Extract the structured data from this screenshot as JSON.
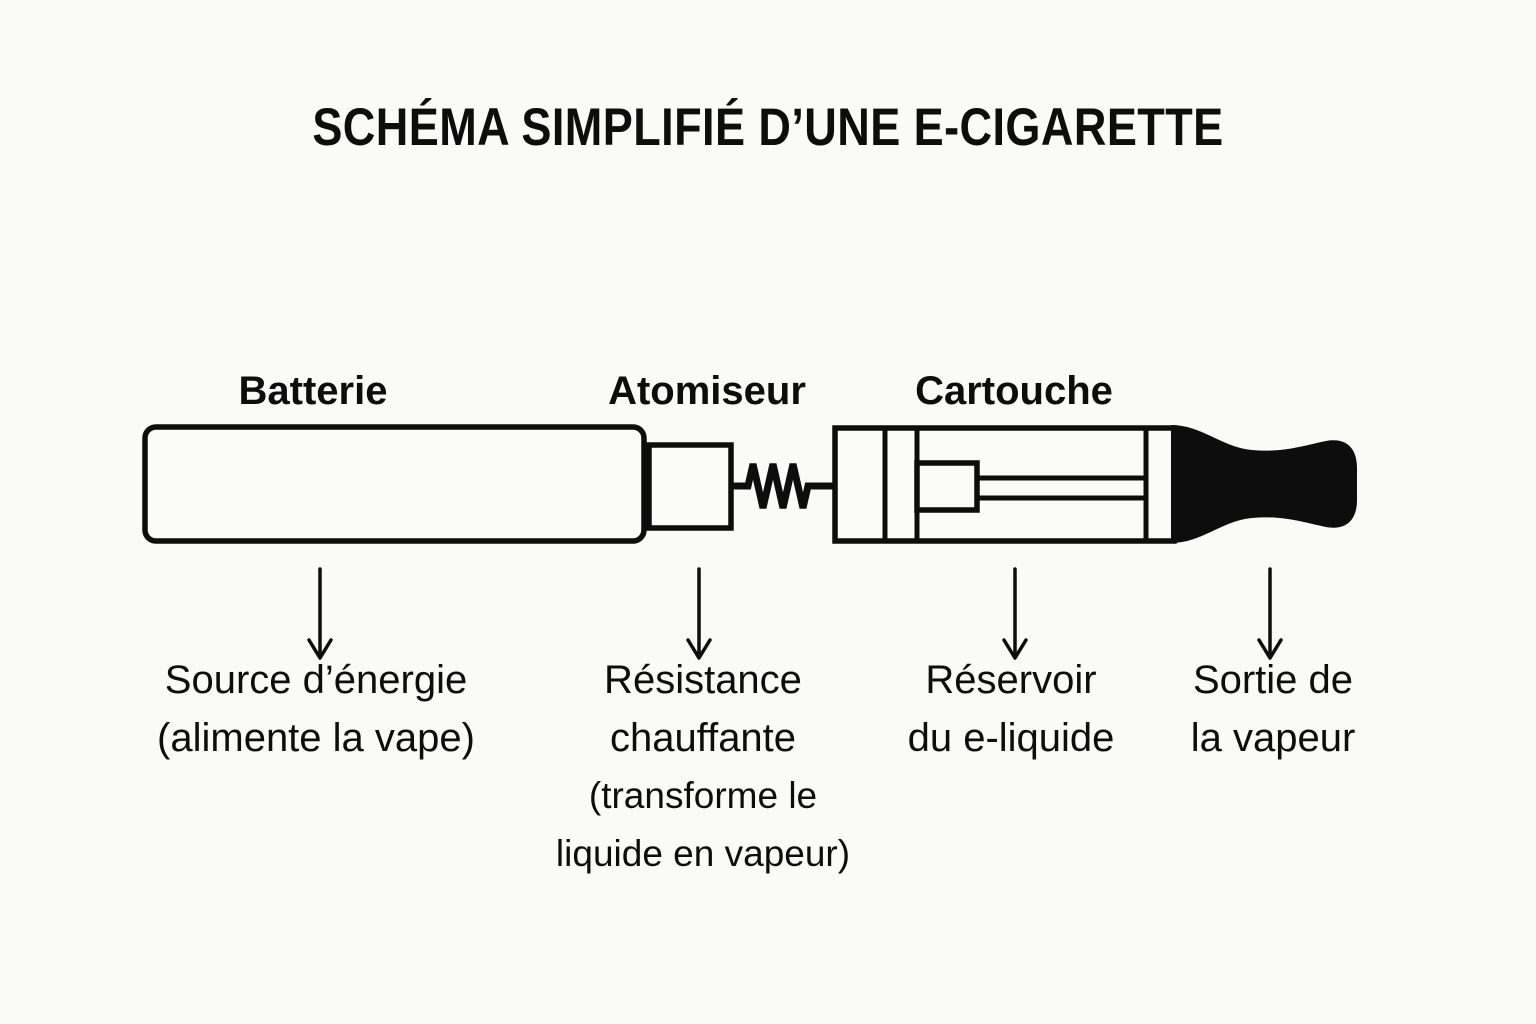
{
  "title": "SCHÉMA SIMPLIFIÉ D’UNE E-CIGARETTE",
  "colors": {
    "ink": "#0d0d0d",
    "background": "#fafaf9"
  },
  "part_labels": [
    {
      "text": "Batterie"
    },
    {
      "text": "Atomiseur"
    },
    {
      "text": "Cartouche"
    }
  ],
  "callouts": [
    {
      "lines": [
        "Source d’énergie",
        "(alimente la vape)"
      ]
    },
    {
      "lines": [
        "Résistance",
        "chauffante"
      ],
      "sub": [
        "(transforme le",
        "liquide en vapeur)"
      ]
    },
    {
      "lines": [
        "Réservoir",
        "du e-liquide"
      ]
    },
    {
      "lines": [
        "Sortie de",
        "la vapeur"
      ]
    }
  ]
}
